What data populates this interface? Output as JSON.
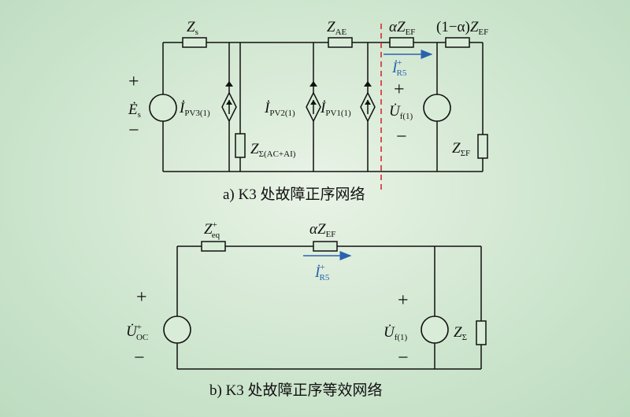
{
  "caption_a": "a) K3 处故障正序网络",
  "caption_b": "b) K3 处故障正序等效网络",
  "colors": {
    "wire": "#111111",
    "current_arrow": "#2a63ad",
    "dashed_divider": "#d42020"
  },
  "network_a": {
    "z_s": {
      "main": "Z",
      "sub": "s"
    },
    "z_ae": {
      "main": "Z",
      "sub": "AE"
    },
    "alpha_z_ef": {
      "pre": "α",
      "main": "Z",
      "sub": "EF"
    },
    "one_minus_alpha_z_ef": {
      "pre": "(1−α)",
      "main": "Z",
      "sub": "EF"
    },
    "i_r5": {
      "main": "İ",
      "sup": "+",
      "sub": "R5"
    },
    "e_s": {
      "main": "Ė",
      "sub": "s"
    },
    "i_pv3": {
      "main": "İ",
      "sub": "PV3(1)"
    },
    "z_sigma_ac_ai": {
      "main": "Z",
      "sub": "Σ(AC+AI)"
    },
    "i_pv2": {
      "main": "İ",
      "sub": "PV2(1)"
    },
    "i_pv1": {
      "main": "İ",
      "sub": "PV1(1)"
    },
    "u_f1": {
      "main": "U̇",
      "sub": "f(1)"
    },
    "z_sigma_ef": {
      "main": "Z",
      "sub": "ΣF"
    },
    "plus": "+",
    "minus": "−"
  },
  "network_b": {
    "z_eq": {
      "main": "Z",
      "sup": "+",
      "sub": "eq"
    },
    "alpha_z_ef": {
      "pre": "α",
      "main": "Z",
      "sub": "EF"
    },
    "i_r5": {
      "main": "İ",
      "sup": "+",
      "sub": "R5"
    },
    "u_oc": {
      "main": "U̇",
      "sup": "+",
      "sub": "OC"
    },
    "u_f1": {
      "main": "U̇",
      "sub": "f(1)"
    },
    "z_sigma": {
      "main": "Z",
      "sub": "Σ"
    },
    "plus": "+",
    "minus": "−"
  }
}
